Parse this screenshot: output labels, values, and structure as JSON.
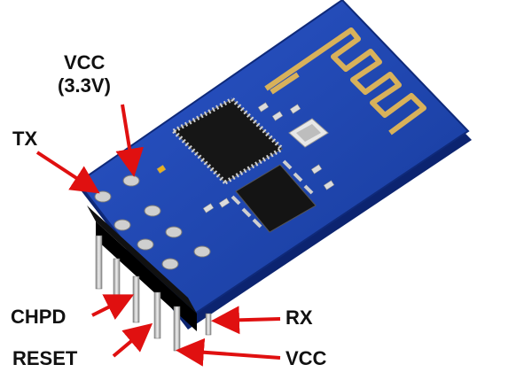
{
  "labels": {
    "vcc_top": "VCC",
    "vcc_top_voltage": "(3.3V)",
    "tx": "TX",
    "chpd": "CHPD",
    "reset": "RESET",
    "rx": "RX",
    "vcc_bottom": "VCC"
  },
  "colors": {
    "pcb": "#1b3fa8",
    "pcb_dark": "#0f2a7a",
    "antenna": "#d8b15a",
    "chip": "#1a1a1a",
    "pin": "#c9c9c9",
    "header": "#111111",
    "arrow": "#e01010"
  }
}
